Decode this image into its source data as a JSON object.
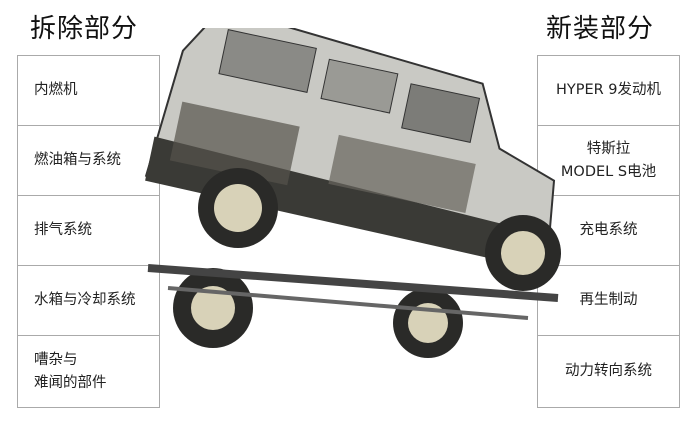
{
  "left": {
    "title": "拆除部分",
    "items": [
      "内燃机",
      "燃油箱与系统",
      "排气系统",
      "水箱与冷却系统",
      "嘈杂与\n难闻的部件"
    ]
  },
  "right": {
    "title": "新装部分",
    "items": [
      "HYPER 9发动机",
      "特斯拉\nMODEL S电池",
      "充电系统",
      "再生制动",
      "动力转向系统"
    ]
  }
}
